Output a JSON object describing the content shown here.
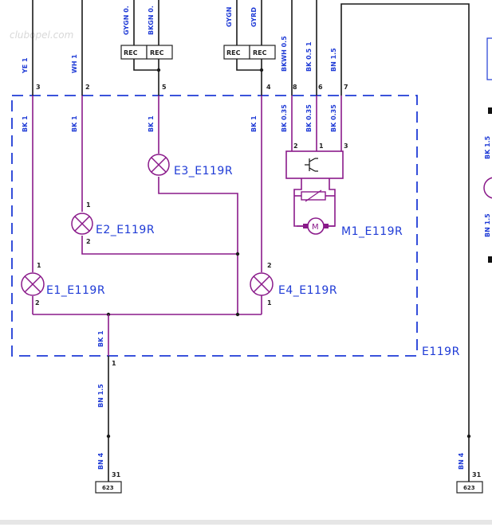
{
  "watermark": "clubopel.com",
  "module_label": "E119R",
  "components": {
    "e1": "E1_E119R",
    "e2": "E2_E119R",
    "e3": "E3_E119R",
    "e4": "E4_E119R",
    "m1": "M1_E119R",
    "motor_symbol": "M"
  },
  "top_wires": {
    "ye1": "YE 1",
    "wh1": "WH 1",
    "gygn": "GYGN 0.",
    "bkgn": "BKGN 0.",
    "gygn2": "GYGN",
    "gyrd": "GYRD",
    "bkwh": "BKWH 0.5",
    "bk05": "BK 0.5 1",
    "bn15_top": "BN 1.5"
  },
  "inner_wires": {
    "bk1_a": "BK 1",
    "bk1_b": "BK 1",
    "bk1_c": "BK 1",
    "bk1_d": "BK 1",
    "bk035_a": "BK 0.35",
    "bk035_b": "BK 0.35",
    "bk035_c": "BK 0.35"
  },
  "bottom_wires": {
    "bk1": "BK 1",
    "bn15": "BN 1.5",
    "bn4_left": "BN 4",
    "bn4_right": "BN 4"
  },
  "right_edge_wires": {
    "bk15": "BK 1.5",
    "bn15": "BN 1.5"
  },
  "pins": {
    "p3": "3",
    "p2": "2",
    "p5": "5",
    "p4": "4",
    "p8": "8",
    "p6": "6",
    "p7": "7",
    "m_2": "2",
    "m_1": "1",
    "m_3": "3",
    "e2_1": "1",
    "e2_2": "2",
    "e1_1": "1",
    "e1_2": "2",
    "e4_2": "2",
    "e4_1": "1",
    "out_1": "1",
    "gnd_31_left": "31",
    "gnd_31_right": "31"
  },
  "connectors": {
    "rec_a": "REC",
    "rec_b": "REC",
    "rec_c": "REC",
    "rec_d": "REC"
  },
  "grounds": {
    "left": "623",
    "right": "623"
  }
}
